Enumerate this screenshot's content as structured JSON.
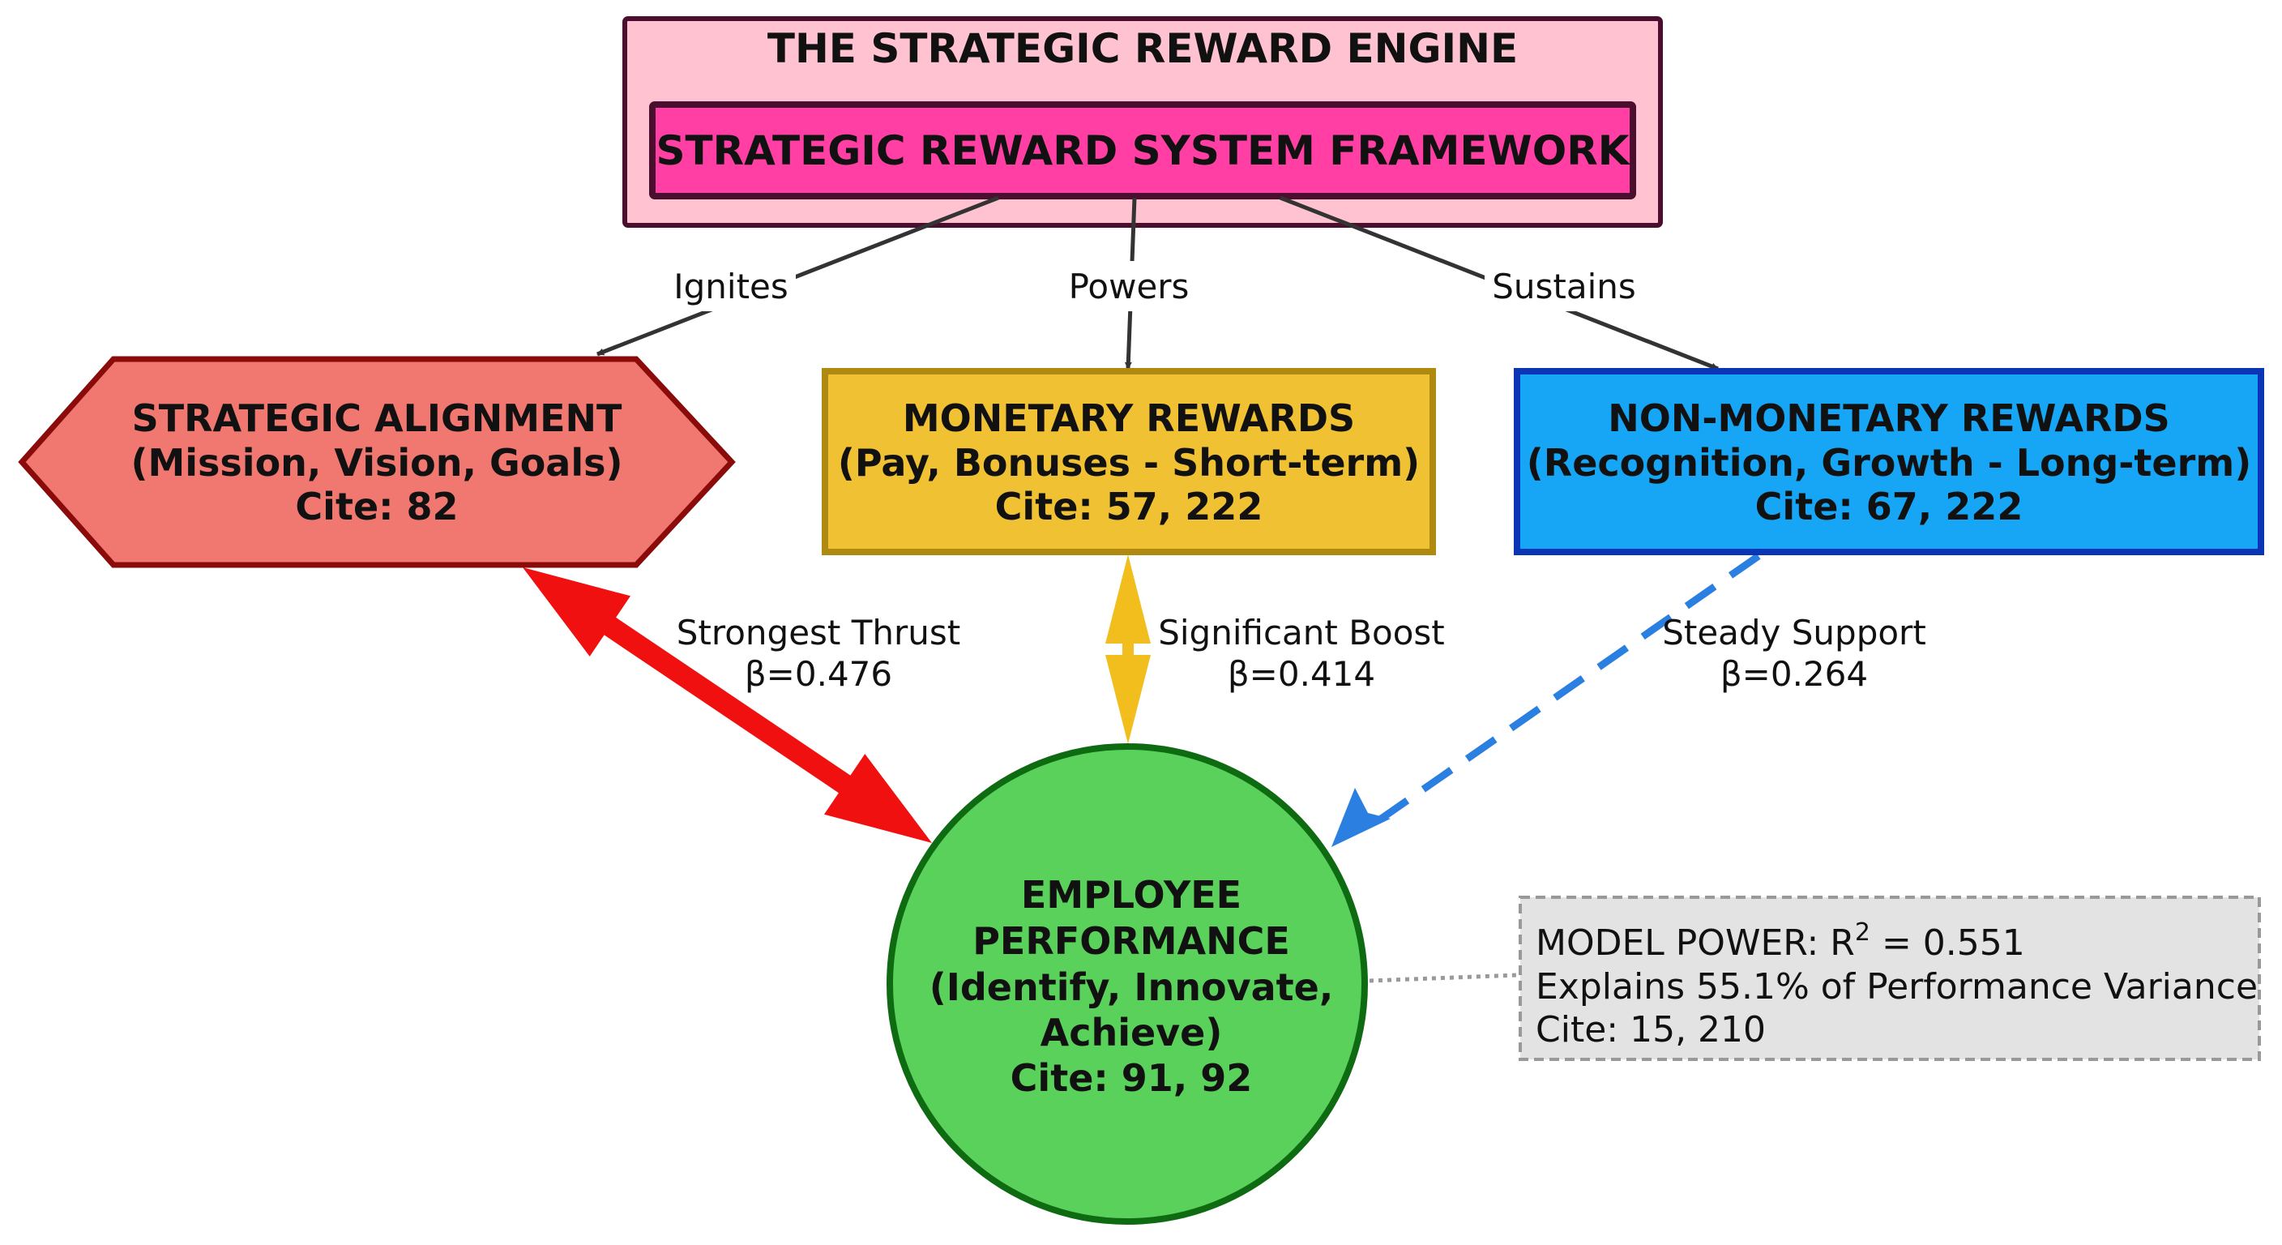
{
  "title": {
    "heading": "THE STRATEGIC REWARD ENGINE",
    "framework": "STRATEGIC REWARD SYSTEM FRAMEWORK",
    "colors": {
      "outer_fill": "#FFC2D1",
      "inner_fill": "#FF3FA4",
      "border": "#4A0E2E"
    }
  },
  "top_edges": [
    {
      "label": "Ignites",
      "target": "strategic_alignment"
    },
    {
      "label": "Powers",
      "target": "monetary_rewards"
    },
    {
      "label": "Sustains",
      "target": "non_monetary_rewards"
    }
  ],
  "nodes": {
    "strategic_alignment": {
      "lines": [
        "STRATEGIC ALIGNMENT",
        "(Mission, Vision, Goals)",
        "Cite: 82"
      ],
      "fill": "#F07870",
      "border": "#8B0A0A"
    },
    "monetary_rewards": {
      "lines": [
        "MONETARY REWARDS",
        "(Pay, Bonuses - Short-term)",
        "Cite: 57, 222"
      ],
      "fill": "#F0C233",
      "border": "#B08A10"
    },
    "non_monetary_rewards": {
      "lines": [
        "NON-MONETARY REWARDS",
        "(Recognition, Growth - Long-term)",
        "Cite: 67, 222"
      ],
      "fill": "#16A6F5",
      "border": "#0A35B5"
    },
    "employee_performance": {
      "lines": [
        "EMPLOYEE",
        "PERFORMANCE",
        "(Identify, Innovate,",
        "Achieve)",
        "Cite: 91, 92"
      ],
      "fill": "#5AD15A",
      "border": "#0E6B12"
    }
  },
  "effects": [
    {
      "from": "strategic_alignment",
      "label": "Strongest Thrust",
      "beta": "β=0.476",
      "beta_value": 0.476,
      "color": "#F01010",
      "style": "solid-thick"
    },
    {
      "from": "monetary_rewards",
      "label": "Significant Boost",
      "beta": "β=0.414",
      "beta_value": 0.414,
      "color": "#F2BE1E",
      "style": "solid"
    },
    {
      "from": "non_monetary_rewards",
      "label": "Steady Support",
      "beta": "β=0.264",
      "beta_value": 0.264,
      "color": "#2A7FE0",
      "style": "dashed"
    }
  ],
  "model_note": {
    "line1_prefix": "MODEL POWER: R",
    "line1_sup": "2",
    "line1_suffix": " = 0.551",
    "line2": "Explains 55.1% of Performance Variance",
    "line3": "Cite: 15, 210",
    "r_squared": 0.551,
    "fill": "#E3E3E3",
    "border": "#999999"
  }
}
